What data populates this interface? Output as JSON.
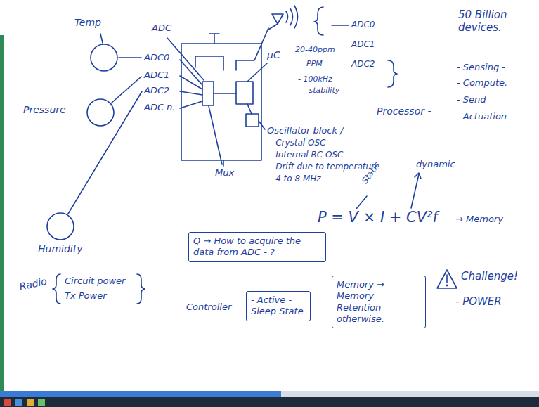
{
  "diagram": {
    "nodes": [
      {
        "text": [
          "Temp"
        ]
      },
      {
        "text": [
          "Pressure"
        ]
      },
      {
        "text": [
          "Humidity"
        ]
      },
      {
        "text": [
          "Q → How to acquire the data from ADC - ?"
        ]
      },
      {
        "text": [
          "Controller",
          "- Active - Sleep State"
        ]
      },
      {
        "text": [
          "Memory → Memory Retention otherwise."
        ]
      }
    ],
    "labels": [
      "ADC",
      "ADC0",
      "ADC1",
      "ADC2",
      "ADC n.",
      "μC",
      "Mux",
      "Oscillator block /",
      "- Crystal OSC",
      "- Internal RC OSC",
      "- Drift due to temperature",
      "- 4 to 8 MHz",
      "ADC0",
      "ADC1",
      "ADC2",
      "20-40ppm",
      "PPM",
      "- 100kHz",
      "- stability",
      "Processor -",
      "50 Billion devices.",
      "- Sensing -",
      "- Compute.",
      "- Send",
      "- Actuation",
      "P = V × I + CV²f",
      "→ Memory",
      "Static",
      "dynamic",
      "Radio",
      "Circuit power",
      "Tx Power",
      "Challenge!",
      "- POWER"
    ]
  }
}
